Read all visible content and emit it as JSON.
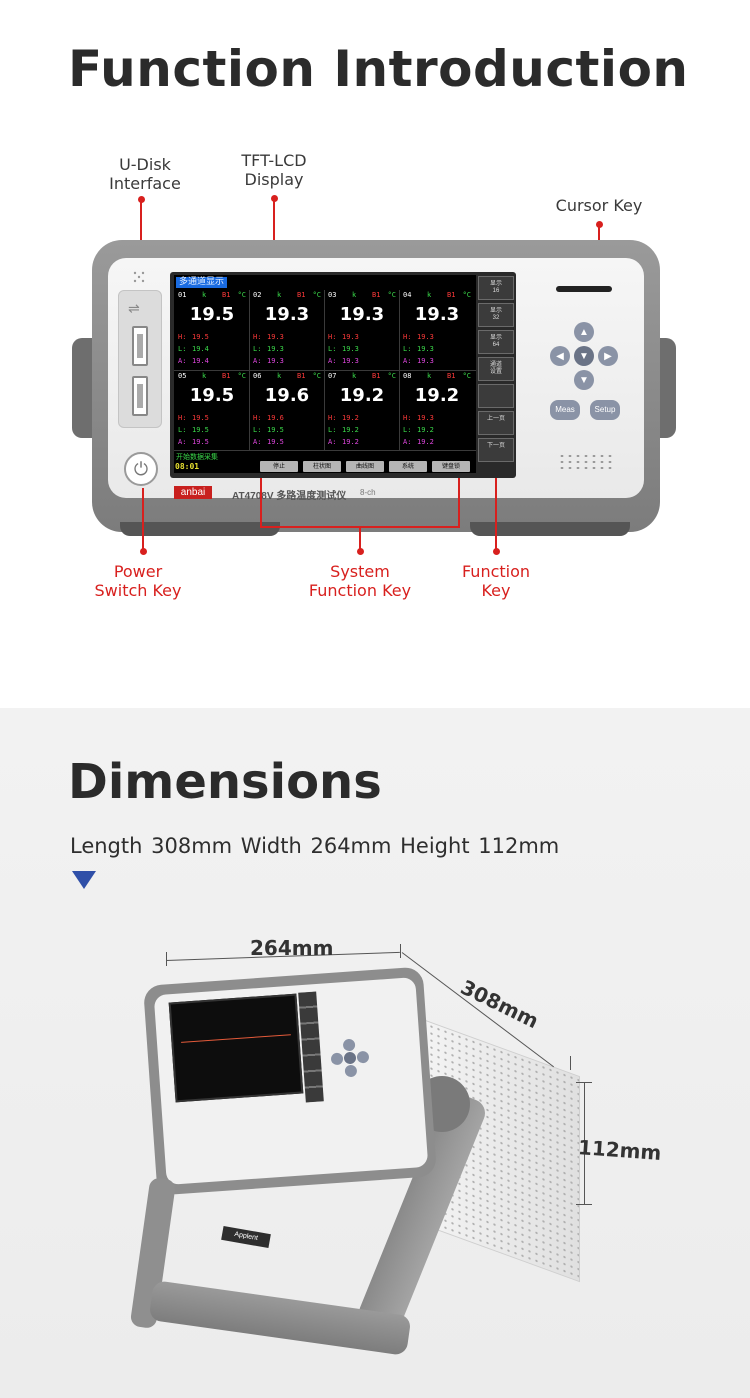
{
  "section1": {
    "title": "Function Introduction",
    "labels": {
      "udisk": "U-Disk\nInterface",
      "tft": "TFT-LCD\nDisplay",
      "cursor": "Cursor Key",
      "power": "Power\nSwitch Key",
      "system": "System\nFunction Key",
      "function": "Function\nKey"
    },
    "lcd": {
      "title": "多通道显示",
      "cells": [
        {
          "no": "01",
          "k": "k",
          "b": "B1",
          "u": "°C",
          "val": "19.5",
          "h": "19.5",
          "l": "19.4",
          "a": "19.4"
        },
        {
          "no": "02",
          "k": "k",
          "b": "B1",
          "u": "°C",
          "val": "19.3",
          "h": "19.3",
          "l": "19.3",
          "a": "19.3"
        },
        {
          "no": "03",
          "k": "k",
          "b": "B1",
          "u": "°C",
          "val": "19.3",
          "h": "19.3",
          "l": "19.3",
          "a": "19.3"
        },
        {
          "no": "04",
          "k": "k",
          "b": "B1",
          "u": "°C",
          "val": "19.3",
          "h": "19.3",
          "l": "19.3",
          "a": "19.3"
        },
        {
          "no": "05",
          "k": "k",
          "b": "B1",
          "u": "°C",
          "val": "19.5",
          "h": "19.5",
          "l": "19.5",
          "a": "19.5"
        },
        {
          "no": "06",
          "k": "k",
          "b": "B1",
          "u": "°C",
          "val": "19.6",
          "h": "19.6",
          "l": "19.5",
          "a": "19.5"
        },
        {
          "no": "07",
          "k": "k",
          "b": "B1",
          "u": "°C",
          "val": "19.2",
          "h": "19.2",
          "l": "19.2",
          "a": "19.2"
        },
        {
          "no": "08",
          "k": "k",
          "b": "B1",
          "u": "°C",
          "val": "19.2",
          "h": "19.3",
          "l": "19.2",
          "a": "19.2"
        }
      ],
      "row_tags": {
        "h": "H:",
        "l": "L:",
        "a": "A:"
      },
      "status": "开始数据采集",
      "time": "08:01",
      "tabs": [
        "停止",
        "柱状图",
        "曲线图",
        "系统",
        "键盘锁"
      ],
      "fkeys": [
        "显示\n16",
        "显示\n32",
        "显示\n64",
        "通道\n设置",
        "",
        "上一页",
        "下一页"
      ]
    },
    "brand": "anbai",
    "model": "AT4708V 多路温度测试仪",
    "model_ch": "8-ch",
    "soft_keys": {
      "meas": "Meas",
      "setup": "Setup"
    }
  },
  "section2": {
    "title": "Dimensions",
    "dims_text": "Length 308mm   Width 264mm   Height 112mm",
    "width_label": "264mm",
    "length_label": "308mm",
    "height_label": "112mm",
    "badge": "Applent"
  },
  "colors": {
    "accent_red": "#d8201e",
    "triangle_blue": "#2f4fa8"
  }
}
